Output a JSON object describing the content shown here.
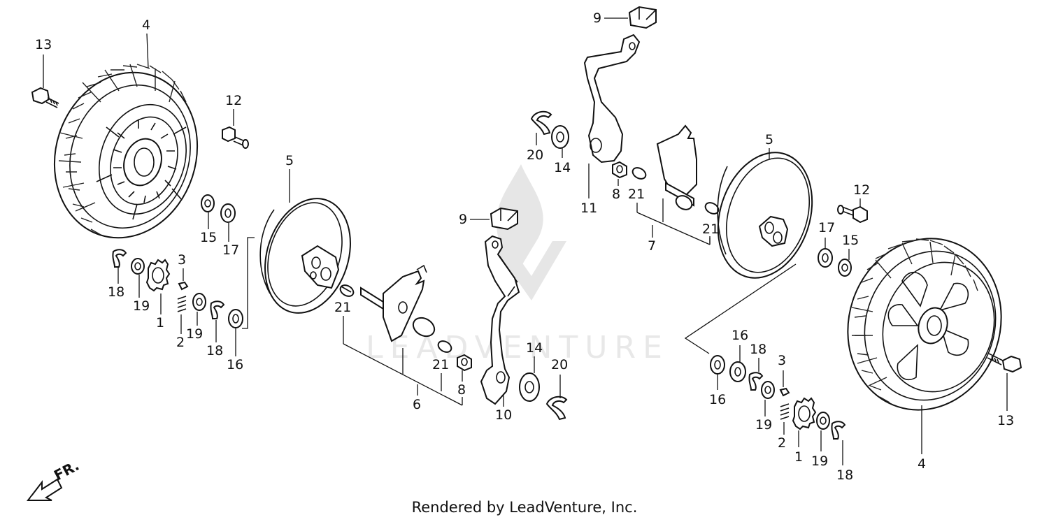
{
  "diagram": {
    "callouts": {
      "left_wheel": "4",
      "left_bolt": "13",
      "left_stud": "12",
      "left_cover": "5",
      "left_washer_15": "15",
      "left_washer_17": "17",
      "left_clip_18a": "18",
      "left_washer_19a": "19",
      "left_gear": "1",
      "left_pin": "3",
      "left_spring": "2",
      "left_washer_19b": "19",
      "left_clip_18b": "18",
      "left_washer_16": "16",
      "left_collar_21a": "21",
      "left_collar_21b": "21",
      "left_nut": "8",
      "left_axle_assy": "6",
      "left_grip": "9",
      "left_lever": "10",
      "left_washer_14": "14",
      "left_clip_20": "20",
      "right_grip": "9",
      "right_clip_20": "20",
      "right_washer_14": "14",
      "right_lever": "11",
      "right_nut": "8",
      "right_collar_21a": "21",
      "right_collar_21b": "21",
      "right_axle_assy": "7",
      "right_cover": "5",
      "right_stud": "12",
      "right_washer_17": "17",
      "right_washer_15": "15",
      "right_washer_16a": "16",
      "right_washer_16b": "16",
      "right_clip_18a": "18",
      "right_pin": "3",
      "right_washer_19a": "19",
      "right_spring": "2",
      "right_gear": "1",
      "right_washer_19b": "19",
      "right_clip_18b": "18",
      "right_wheel": "4",
      "right_bolt": "13"
    },
    "direction_label": "FR.",
    "watermark": "LEADVENTURE",
    "credit": "Rendered by LeadVenture, Inc."
  },
  "colors": {
    "line": "#111111",
    "watermark": "#e6e6e6",
    "background": "#ffffff"
  }
}
